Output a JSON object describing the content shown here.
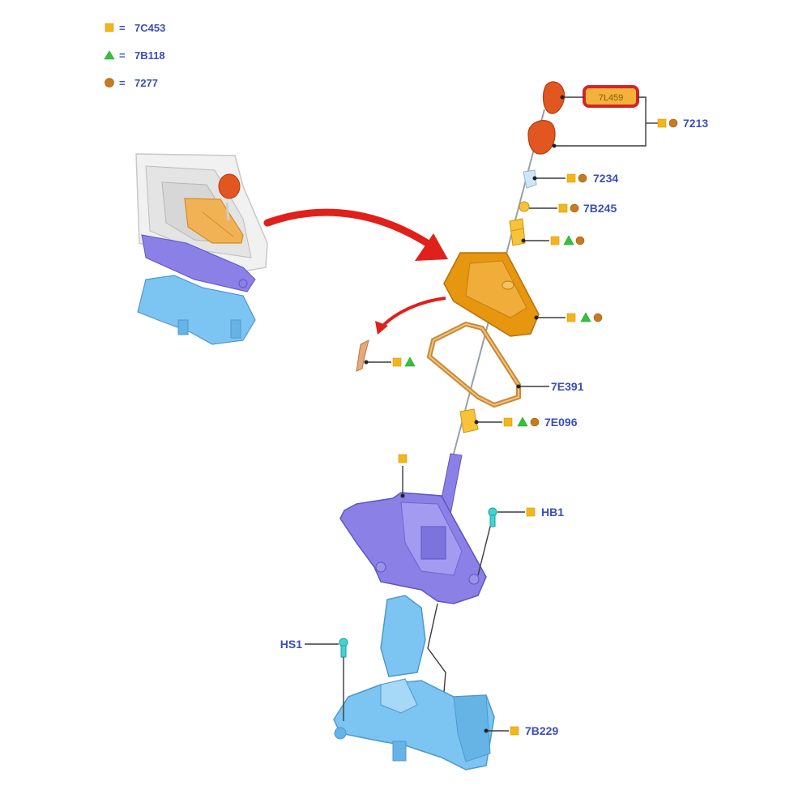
{
  "legend": [
    {
      "symbol": "square",
      "eq": "=",
      "code": "7C453"
    },
    {
      "symbol": "triangle",
      "eq": "=",
      "code": "7B118"
    },
    {
      "symbol": "circle",
      "eq": "=",
      "code": "7277"
    }
  ],
  "callouts": {
    "highlighted_part": "7L459",
    "knob_assembly": "7213",
    "shaft_pin": "7234",
    "nut": "7B245",
    "ferrule": "",
    "boot": "",
    "clip": "",
    "boot_retainer": "7E391",
    "collar": "7E096",
    "shifter_cable_mount": "",
    "bolt_hb": "HB1",
    "bolt_hs": "HS1",
    "base": "7B229"
  },
  "colors": {
    "label_blue": "#3a4fb8",
    "square_yellow": "#f2b619",
    "triangle_green": "#35c23a",
    "circle_brown": "#c67b1c",
    "knob_orange": "#e2571f",
    "boot_orange": "#e6960f",
    "highlight_red": "#d42525",
    "mechanism_purple": "#8a80e6",
    "base_blue": "#7cc4f2",
    "arrow_red": "#e0201a"
  }
}
